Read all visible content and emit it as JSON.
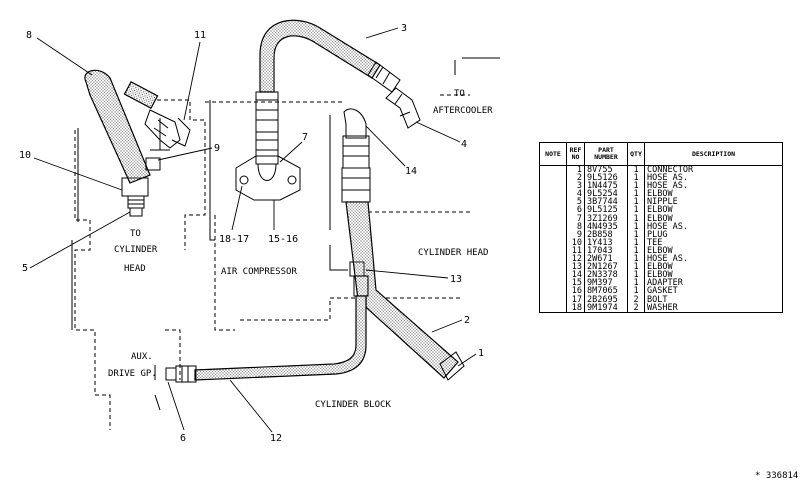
{
  "labels": {
    "to_aftercooler_1": "TO",
    "to_aftercooler_2": "AFTERCOOLER",
    "to_cyl_head_1": "TO",
    "to_cyl_head_2": "CYLINDER",
    "to_cyl_head_3": "HEAD",
    "air_compressor": "AIR COMPRESSOR",
    "cylinder_head": "CYLINDER HEAD",
    "aux_drive_1": "AUX.",
    "aux_drive_2": "DRIVE GP.",
    "cylinder_block": "CYLINDER BLOCK"
  },
  "callouts": {
    "c1": "1",
    "c2": "2",
    "c3": "3",
    "c4": "4",
    "c5": "5",
    "c6": "6",
    "c7": "7",
    "c8": "8",
    "c9": "9",
    "c10": "10",
    "c11": "11",
    "c12": "12",
    "c13": "13",
    "c14": "14",
    "c1516": "15-16",
    "c1817": "18-17"
  },
  "table": {
    "headers": {
      "note": "NOTE",
      "ref_no": "REF NO",
      "part_number": "PART NUMBER",
      "qty": "QTY",
      "description": "DESCRIPTION"
    },
    "rows": [
      {
        "ref": "1",
        "part": "8V755",
        "qty": "1",
        "desc": "CONNECTOR"
      },
      {
        "ref": "2",
        "part": "9L5126",
        "qty": "1",
        "desc": "HOSE AS."
      },
      {
        "ref": "3",
        "part": "1N4475",
        "qty": "1",
        "desc": "HOSE AS."
      },
      {
        "ref": "4",
        "part": "9L5254",
        "qty": "1",
        "desc": "ELBOW"
      },
      {
        "ref": "5",
        "part": "3B7744",
        "qty": "1",
        "desc": "NIPPLE"
      },
      {
        "ref": "6",
        "part": "9L5125",
        "qty": "1",
        "desc": "ELBOW"
      },
      {
        "ref": "7",
        "part": "3Z1269",
        "qty": "1",
        "desc": "ELBOW"
      },
      {
        "ref": "8",
        "part": "4N4935",
        "qty": "1",
        "desc": "HOSE AS."
      },
      {
        "ref": "9",
        "part": "2B858",
        "qty": "1",
        "desc": "PLUG"
      },
      {
        "ref": "10",
        "part": "1Y413",
        "qty": "1",
        "desc": "TEE"
      },
      {
        "ref": "11",
        "part": "17043",
        "qty": "1",
        "desc": "ELBOW"
      },
      {
        "ref": "12",
        "part": "2W671",
        "qty": "1",
        "desc": "HOSE AS."
      },
      {
        "ref": "13",
        "part": "2N1267",
        "qty": "1",
        "desc": "ELBOW"
      },
      {
        "ref": "14",
        "part": "2N3378",
        "qty": "1",
        "desc": "ELBOW"
      },
      {
        "ref": "15",
        "part": "9M397",
        "qty": "1",
        "desc": "ADAPTER"
      },
      {
        "ref": "16",
        "part": "8M7065",
        "qty": "1",
        "desc": "GASKET"
      },
      {
        "ref": "17",
        "part": "2B2695",
        "qty": "2",
        "desc": "BOLT"
      },
      {
        "ref": "18",
        "part": "9M1974",
        "qty": "2",
        "desc": "WASHER"
      }
    ]
  },
  "illustration_id": "* 336814"
}
